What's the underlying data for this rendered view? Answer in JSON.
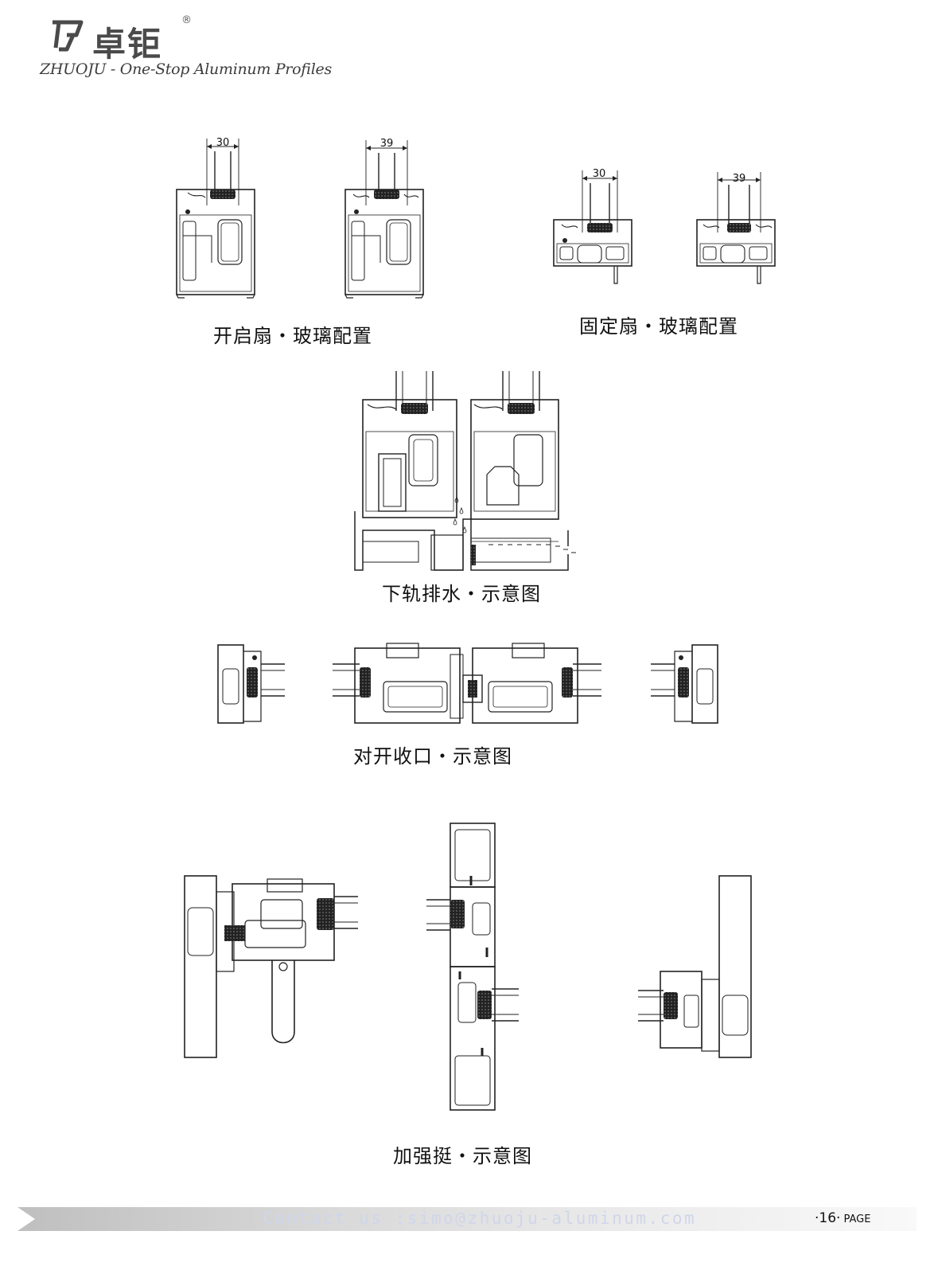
{
  "brand": {
    "name_cn": "卓钜",
    "registered": "®",
    "tagline": "ZHUOJU - One-Stop Aluminum Profiles"
  },
  "dimensions": {
    "open_left": "30",
    "open_right": "39",
    "fixed_left": "30",
    "fixed_right": "39"
  },
  "captions": {
    "open_sash": "开启扇・玻璃配置",
    "fixed_sash": "固定扇・玻璃配置",
    "drainage": "下轨排水・示意图",
    "meeting": "对开收口・示意图",
    "reinforce": "加强挺・示意图"
  },
  "footer": {
    "contact": "Contact us :simo@zhuoju-aluminum.com",
    "page_number": "·16·",
    "page_label": "PAGE"
  }
}
